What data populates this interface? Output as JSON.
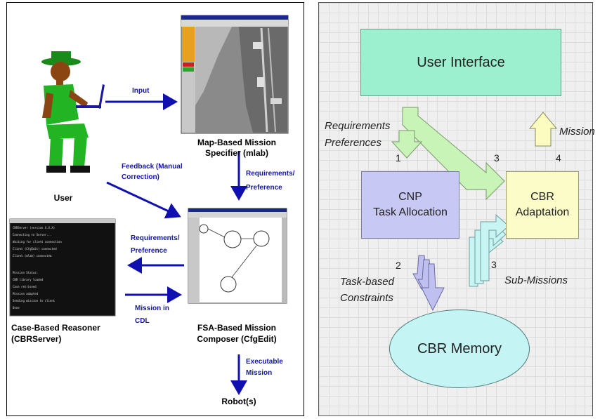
{
  "left": {
    "labels": {
      "user": "User",
      "map_title": "Map-Based Mission",
      "map_sub": "Specifier (mlab)",
      "fsa_title": "FSA-Based Mission",
      "fsa_sub": "Composer (CfgEdit)",
      "cbr_title": "Case-Based Reasoner",
      "cbr_sub": "(CBRServer)",
      "robots": "Robot(s)"
    },
    "arrow_labels": {
      "input": "Input",
      "feedback_1": "Feedback (Manual",
      "feedback_2": "Correction)",
      "req_pref_1_a": "Requirements/",
      "req_pref_1_b": "Preference",
      "req_pref_2_a": "Requirements/",
      "req_pref_2_b": "Preference",
      "mission_cdl_1": "Mission in",
      "mission_cdl_2": "CDL",
      "exec_1": "Executable",
      "exec_2": "Mission"
    },
    "terminal_lines": [
      "CBRServer (version X.X.X)",
      "Connecting to Server...",
      "Waiting for client connection",
      "Client (CfgEdit) connected",
      "Client (mlab) connected",
      "Mission Status:",
      "CBR library loaded",
      "Case retrieved",
      "Mission adapted",
      "Sending mission to client",
      "Done"
    ],
    "colors": {
      "arrow": "#1010b0",
      "user_shirt": "#22b422",
      "user_skin": "#8b4513"
    }
  },
  "right": {
    "user_interface": "User Interface",
    "cnp_1": "CNP",
    "cnp_2": "Task Allocation",
    "cbr_adapt_1": "CBR",
    "cbr_adapt_2": "Adaptation",
    "cbr_memory": "CBR Memory",
    "req_1": "Requirements",
    "req_2": "Preferences",
    "mission": "Mission",
    "task_1": "Task-based",
    "task_2": "Constraints",
    "sub_missions": "Sub-Missions",
    "num_1": "1",
    "num_2": "2",
    "num_3a": "3",
    "num_3b": "3",
    "num_4": "4",
    "colors": {
      "ui": "#9cf0d0",
      "cnp": "#c8c8f4",
      "cbr_adapt": "#fcfcc8",
      "cbr_memory": "#c4f4f4",
      "arrow_ui": "#c8f4b8",
      "arrow_mission": "#fcfcc0",
      "arrow_task": "#c0c0f0",
      "arrow_sub": "#c8f4f4"
    }
  }
}
